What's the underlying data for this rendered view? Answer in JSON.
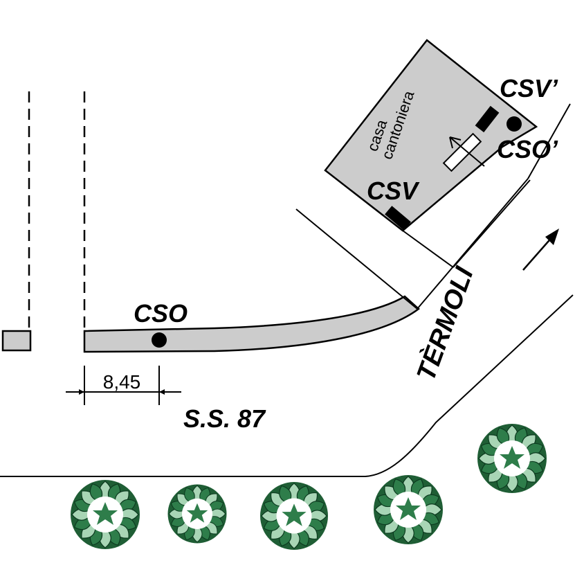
{
  "labels": {
    "building": [
      "casa",
      "cantoniera"
    ],
    "csv": "CSV",
    "csv_prime": "CSV’",
    "cso": "CSO",
    "cso_prime": "CSO’",
    "road": "S.S. 87",
    "direction": "TÈRMOLI",
    "dimension": "8,45"
  },
  "colors": {
    "building_fill": "#cccccc",
    "road_fill": "#cccccc",
    "tree_leaf": "#2e7d4a",
    "tree_leaf_light": "#a8d5b5",
    "ink": "#000000"
  },
  "icons": [
    "tree-icon",
    "arrow-icon"
  ]
}
